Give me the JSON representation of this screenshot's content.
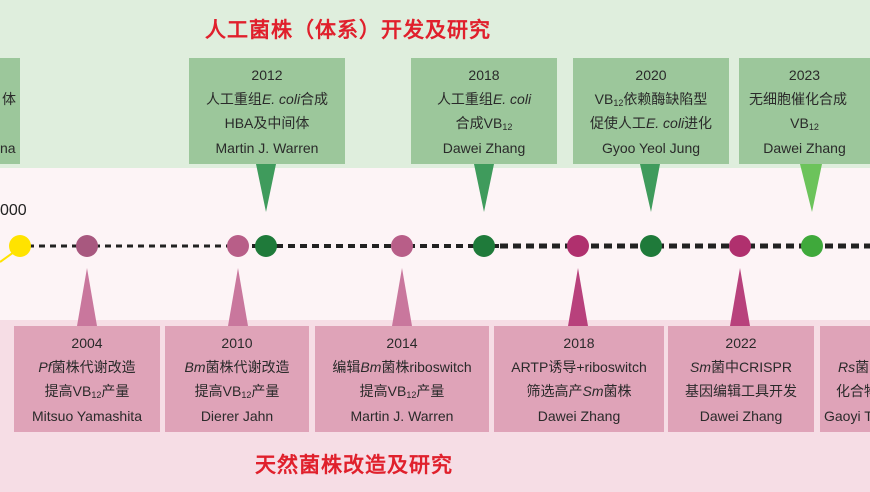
{
  "titles": {
    "top": "人工菌株（体系）开发及研究",
    "bottom": "天然菌株改造及研究"
  },
  "year_2000_partial": "000",
  "left_edge_top": {
    "line1": "体",
    "line2": "na"
  },
  "right_edge_bottom": {
    "line1": "Rs菌",
    "line2": "化合物",
    "line3": "Gaoyi T"
  },
  "artificial": [
    {
      "year": "2012",
      "l1a": "人工重组",
      "l1i": "E. coli",
      "l1b": "合成",
      "l2": "HBA及中间体",
      "author": "Martin J. Warren"
    },
    {
      "year": "2018",
      "l1a": "人工重组",
      "l1i": "E. coli",
      "l2a": "合成VB",
      "l2sub": "12",
      "author": "Dawei Zhang"
    },
    {
      "year": "2020",
      "l1a": "VB",
      "l1sub": "12",
      "l1b": "依赖酶缺陷型",
      "l2a": "促使人工",
      "l2i": "E. coli",
      "l2b": "进化",
      "author": "Gyoo Yeol Jung"
    },
    {
      "year": "2023",
      "l1": "无细胞催化合成",
      "l2a": "VB",
      "l2sub": "12",
      "author": "Dawei Zhang"
    }
  ],
  "natural": [
    {
      "year": "2004",
      "l1i": "Pf",
      "l1b": "菌株代谢改造",
      "l2a": "提高VB",
      "l2sub": "12",
      "l2b": "产量",
      "author": "Mitsuo Yamashita"
    },
    {
      "year": "2010",
      "l1i": "Bm",
      "l1b": "菌株代谢改造",
      "l2a": "提高VB",
      "l2sub": "12",
      "l2b": "产量",
      "author": "Dierer Jahn"
    },
    {
      "year": "2014",
      "l1a": "编辑",
      "l1i": "Bm",
      "l1b": "菌株riboswitch",
      "l2a": "提高VB",
      "l2sub": "12",
      "l2b": "产量",
      "author": "Martin J. Warren"
    },
    {
      "year": "2018",
      "l1": "ARTP诱导+riboswitch",
      "l2a": "筛选高产",
      "l2i": "Sm",
      "l2b": "菌株",
      "author": "Dawei Zhang"
    },
    {
      "year": "2022",
      "l1i": "Sm",
      "l1b": "菌中CRISPR",
      "l2": "基因编辑工具开发",
      "author": "Dawei Zhang"
    }
  ],
  "colors": {
    "title_red": "#e0202c",
    "green_box": "#9cc79b",
    "pink_box": "#dfa3b8",
    "dark_green_dot": "#1f7a3a",
    "bright_green_dot": "#3fa93b",
    "pink_dot": "#a8587f",
    "magenta_dot": "#b0306e",
    "yellow_dot": "#ffe300"
  }
}
